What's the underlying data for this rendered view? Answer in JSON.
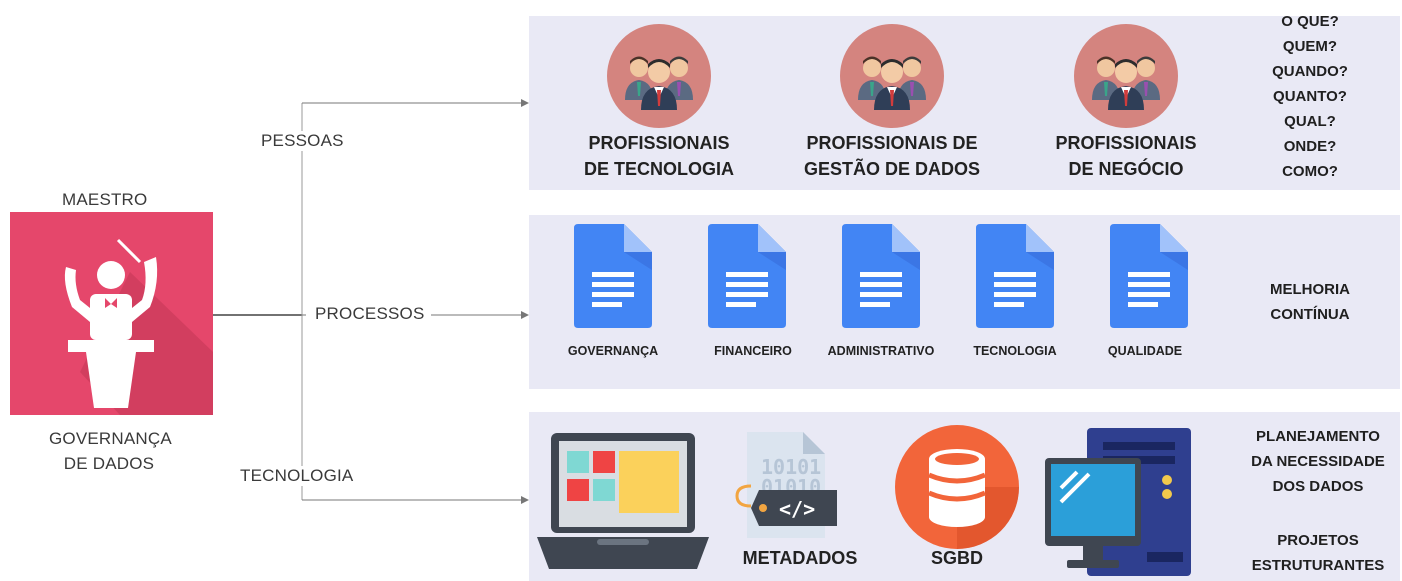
{
  "maestro_label": "MAESTRO",
  "governance_label": "GOVERNANÇA DE DADOS",
  "governance_lines": [
    "GOVERNANÇA",
    "DE DADOS"
  ],
  "branches": {
    "pessoas": "PESSOAS",
    "processos": "PROCESSOS",
    "tecnologia": "TECNOLOGIA"
  },
  "people": [
    {
      "line1": "PROFISSIONAIS",
      "line2": "DE TECNOLOGIA",
      "icon": "group-icon"
    },
    {
      "line1": "PROFISSIONAIS DE",
      "line2": "GESTÃO DE DADOS",
      "icon": "group-icon"
    },
    {
      "line1": "PROFISSIONAIS",
      "line2": "DE NEGÓCIO",
      "icon": "group-icon"
    }
  ],
  "processes": [
    {
      "label": "GOVERNANÇA",
      "icon": "document-icon"
    },
    {
      "label": "FINANCEIRO",
      "icon": "document-icon"
    },
    {
      "label": "ADMINISTRATIVO",
      "icon": "document-icon"
    },
    {
      "label": "TECNOLOGIA",
      "icon": "document-icon"
    },
    {
      "label": "QUALIDADE",
      "icon": "document-icon"
    }
  ],
  "technology": {
    "laptop_icon": "laptop-icon",
    "metadata_label": "METADADOS",
    "metadata_icon": "metadata-icon",
    "sgbd_label": "SGBD",
    "sgbd_icon": "database-icon",
    "desktop_icon": "desktop-computer-icon"
  },
  "right_questions": [
    "O QUE?",
    "QUEM?",
    "QUANDO?",
    "QUANTO?",
    "QUAL?",
    "ONDE?",
    "COMO?"
  ],
  "right_improvement": [
    "MELHORIA",
    "CONTÍNUA"
  ],
  "right_planning": [
    "PLANEJAMENTO",
    "DA NECESSIDADE",
    "DOS DADOS"
  ],
  "right_projects": [
    "PROJETOS",
    "ESTRUTURANTES"
  ],
  "colors": {
    "maestro_bg": "#e5476b",
    "panel_bg": "#e9e9f5",
    "doc_blue": "#4285f4",
    "people_circle": "#d4847f",
    "sgbd_orange": "#f2653a"
  }
}
